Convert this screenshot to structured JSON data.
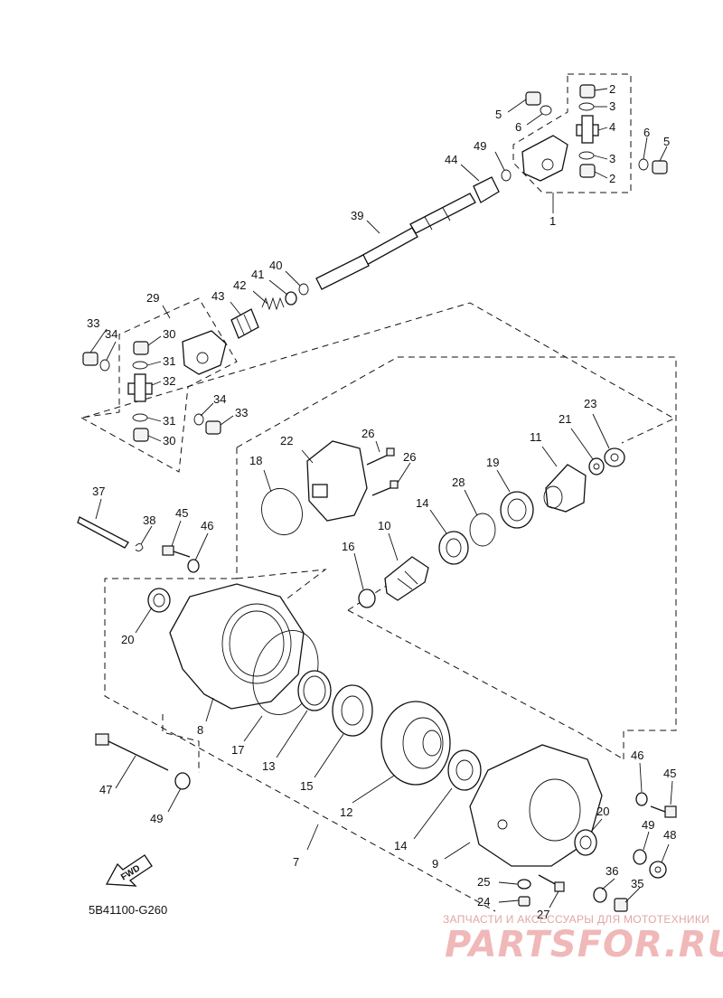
{
  "diagram": {
    "code": "5B41100-G260",
    "fwd_label": "FWD",
    "labels": [
      {
        "id": "2a",
        "text": "2"
      },
      {
        "id": "3a",
        "text": "3"
      },
      {
        "id": "5a",
        "text": "5"
      },
      {
        "id": "6a",
        "text": "6"
      },
      {
        "id": "4",
        "text": "4"
      },
      {
        "id": "6b",
        "text": "6"
      },
      {
        "id": "5b",
        "text": "5"
      },
      {
        "id": "3b",
        "text": "3"
      },
      {
        "id": "2b",
        "text": "2"
      },
      {
        "id": "49a",
        "text": "49"
      },
      {
        "id": "44",
        "text": "44"
      },
      {
        "id": "1",
        "text": "1"
      },
      {
        "id": "39",
        "text": "39"
      },
      {
        "id": "40",
        "text": "40"
      },
      {
        "id": "41",
        "text": "41"
      },
      {
        "id": "42",
        "text": "42"
      },
      {
        "id": "43",
        "text": "43"
      },
      {
        "id": "29",
        "text": "29"
      },
      {
        "id": "33a",
        "text": "33"
      },
      {
        "id": "34a",
        "text": "34"
      },
      {
        "id": "30a",
        "text": "30"
      },
      {
        "id": "31a",
        "text": "31"
      },
      {
        "id": "32",
        "text": "32"
      },
      {
        "id": "34b",
        "text": "34"
      },
      {
        "id": "33b",
        "text": "33"
      },
      {
        "id": "31b",
        "text": "31"
      },
      {
        "id": "30b",
        "text": "30"
      },
      {
        "id": "23",
        "text": "23"
      },
      {
        "id": "21",
        "text": "21"
      },
      {
        "id": "11",
        "text": "11"
      },
      {
        "id": "26a",
        "text": "26"
      },
      {
        "id": "22",
        "text": "22"
      },
      {
        "id": "26b",
        "text": "26"
      },
      {
        "id": "18",
        "text": "18"
      },
      {
        "id": "19",
        "text": "19"
      },
      {
        "id": "28",
        "text": "28"
      },
      {
        "id": "14a",
        "text": "14"
      },
      {
        "id": "10",
        "text": "10"
      },
      {
        "id": "37",
        "text": "37"
      },
      {
        "id": "38",
        "text": "38"
      },
      {
        "id": "45a",
        "text": "45"
      },
      {
        "id": "46a",
        "text": "46"
      },
      {
        "id": "16",
        "text": "16"
      },
      {
        "id": "20a",
        "text": "20"
      },
      {
        "id": "8",
        "text": "8"
      },
      {
        "id": "17",
        "text": "17"
      },
      {
        "id": "13",
        "text": "13"
      },
      {
        "id": "15",
        "text": "15"
      },
      {
        "id": "12",
        "text": "12"
      },
      {
        "id": "47",
        "text": "47"
      },
      {
        "id": "49b",
        "text": "49"
      },
      {
        "id": "46b",
        "text": "46"
      },
      {
        "id": "45b",
        "text": "45"
      },
      {
        "id": "20b",
        "text": "20"
      },
      {
        "id": "49c",
        "text": "49"
      },
      {
        "id": "48",
        "text": "48"
      },
      {
        "id": "14b",
        "text": "14"
      },
      {
        "id": "9",
        "text": "9"
      },
      {
        "id": "7",
        "text": "7"
      },
      {
        "id": "36",
        "text": "36"
      },
      {
        "id": "35",
        "text": "35"
      },
      {
        "id": "25",
        "text": "25"
      },
      {
        "id": "24",
        "text": "24"
      },
      {
        "id": "27",
        "text": "27"
      }
    ]
  },
  "watermark": {
    "top_text": "ЗАПЧАСТИ И АКСЕССУАРЫ ДЛЯ МОТОТЕХНИКИ",
    "logo_text": "PARTSFOR.RU"
  }
}
